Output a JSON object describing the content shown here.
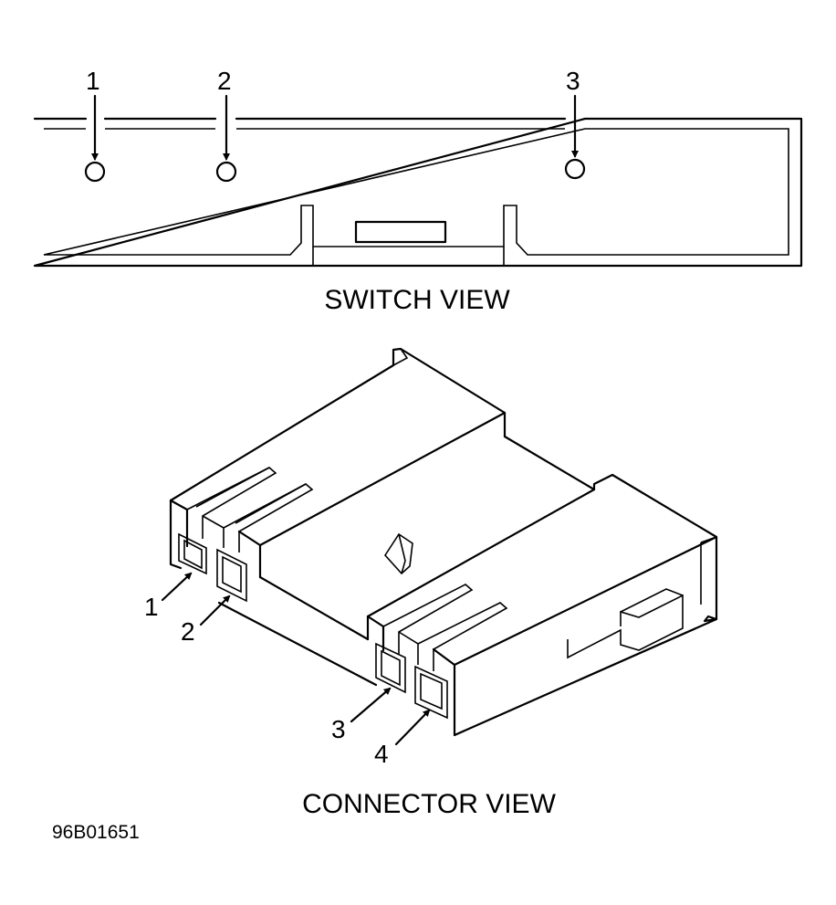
{
  "switch_view": {
    "caption": "SWITCH VIEW",
    "pins": [
      "1",
      "2",
      "3"
    ]
  },
  "connector_view": {
    "caption": "CONNECTOR VIEW",
    "pins": [
      "1",
      "2",
      "3",
      "4"
    ]
  },
  "figure_code": "96B01651"
}
